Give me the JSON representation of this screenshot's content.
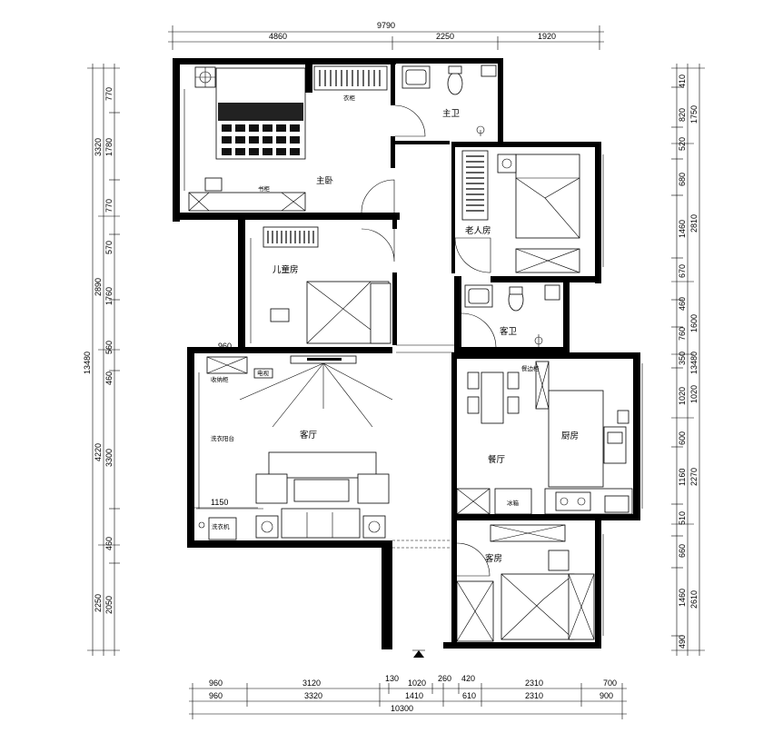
{
  "dimensions": {
    "top_total": "9790",
    "top_segments": [
      "4860",
      "2250",
      "1920"
    ],
    "bottom_row1": [
      "960",
      "3120",
      "130",
      "1020",
      "260",
      "420",
      "2310",
      "700"
    ],
    "bottom_row2": [
      "960",
      "3320",
      "1410",
      "610",
      "2310",
      "900"
    ],
    "bottom_total": "10300",
    "left_total": "13480",
    "left_outer": [
      "3320",
      "2890",
      "4220",
      "2250"
    ],
    "left_inner": [
      "770",
      "1780",
      "770",
      "570",
      "1760",
      "560",
      "460",
      "3300",
      "460",
      "2050"
    ],
    "right_total": "13480",
    "right_outer": [
      "1750",
      "2810",
      "1600",
      "1020",
      "2270",
      "2610"
    ],
    "right_inner": [
      "410",
      "820",
      "520",
      "680",
      "1460",
      "670",
      "460",
      "760",
      "350",
      "1020",
      "600",
      "1160",
      "510",
      "660",
      "1460",
      "490"
    ],
    "inline_960": "960",
    "inline_1150": "1150"
  },
  "rooms": {
    "master_bedroom": "主卧",
    "master_bath": "主卫",
    "elder_room": "老人房",
    "child_room": "儿童房",
    "guest_bath": "客卫",
    "living_room": "客厅",
    "dining_room": "餐厅",
    "kitchen": "厨房",
    "guest_room": "客房"
  },
  "labels": {
    "wardrobe": "衣柜",
    "bookcase": "书柜",
    "shoe_cabinet": "收纳柜",
    "tv": "电视",
    "laundry_balcony": "洗衣阳台",
    "washer": "洗衣机",
    "fridge": "冰箱",
    "dining_cabinet": "餐边柜"
  },
  "symbols": {
    "entrance": "entrance-triangle-icon"
  }
}
